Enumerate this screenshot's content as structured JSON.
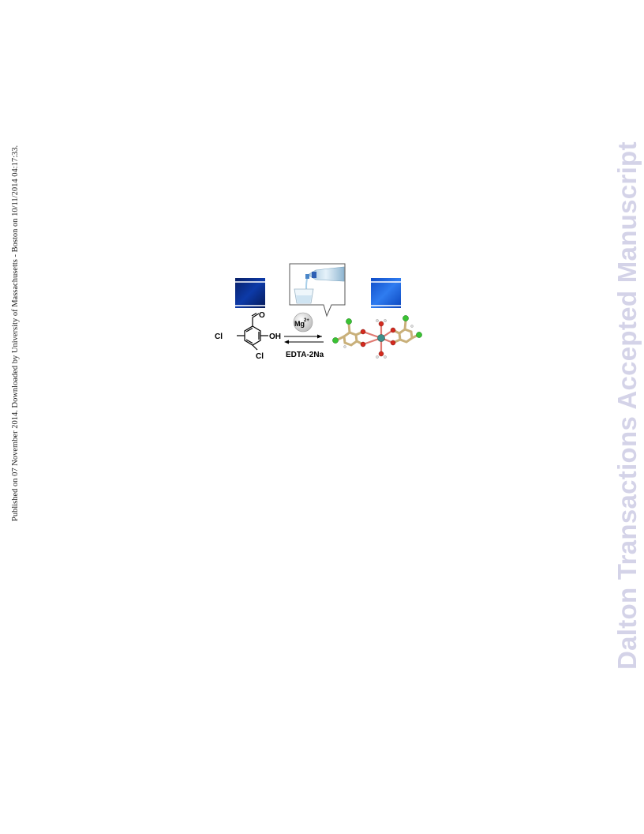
{
  "side_note": "Published on 07 November 2014. Downloaded by University of Massachusetts - Boston on 10/11/2014 04:17:33.",
  "watermark": "Dalton Transactions Accepted Manuscript",
  "scheme": {
    "reagent_forward": "Mg",
    "reagent_forward_charge": "2+",
    "reagent_reverse": "EDTA-2Na",
    "atom_labels": {
      "cl_left": "Cl",
      "cl_bottom": "Cl",
      "oh": "OH",
      "aldehyde_o": "O"
    },
    "colors": {
      "cuvette_before": "#0a2f8c",
      "cuvette_after": "#1659d8",
      "chlorine": "#39c233",
      "oxygen": "#d42a1e",
      "carbon": "#c9b07a",
      "magnesium": "#3f8f8a"
    }
  }
}
